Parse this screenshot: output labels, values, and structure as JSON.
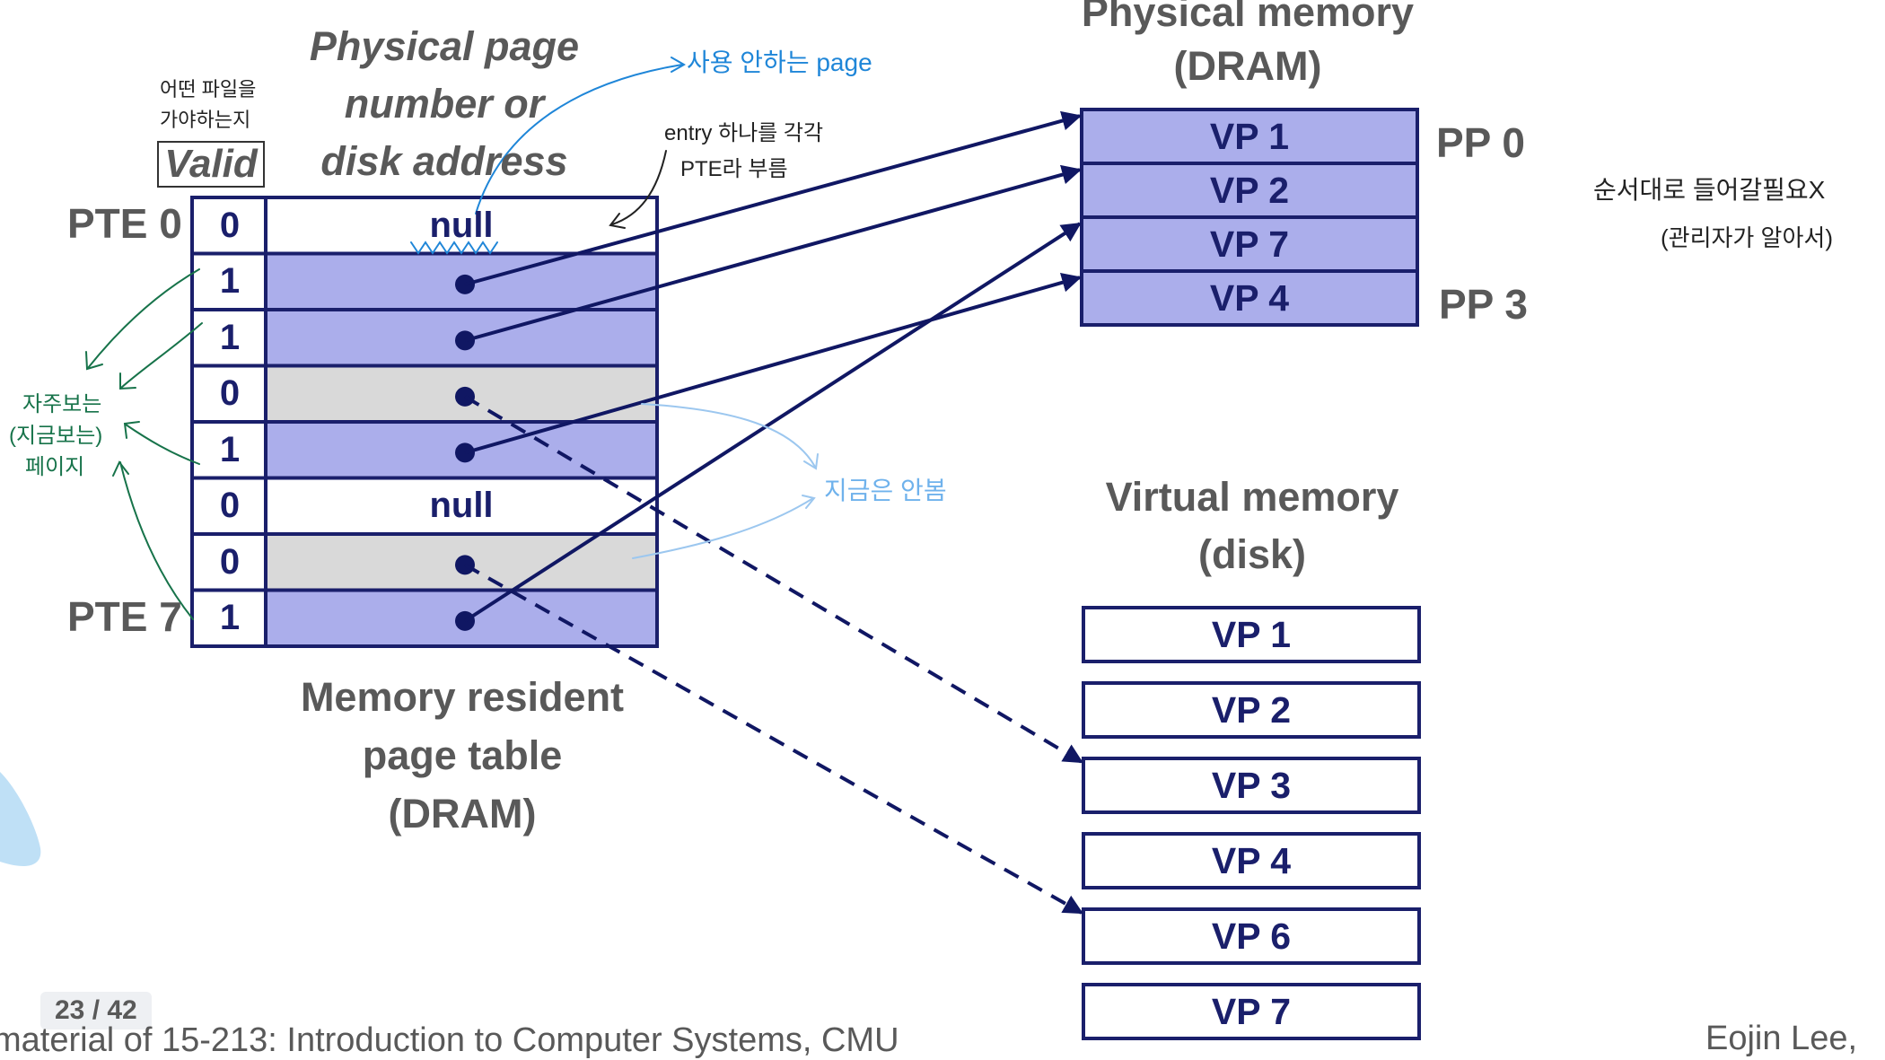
{
  "headers": {
    "valid": "Valid",
    "ppn_line1": "Physical page",
    "ppn_line2": "number or",
    "ppn_line3": "disk address",
    "phys_mem_line1": "Physical memory",
    "phys_mem_line2": "(DRAM)",
    "virt_mem_line1": "Virtual memory",
    "virt_mem_line2": "(disk)",
    "table_caption_line1": "Memory resident",
    "table_caption_line2": "page table",
    "table_caption_line3": "(DRAM)"
  },
  "pte_labels": {
    "first": "PTE 0",
    "last": "PTE 7"
  },
  "page_table": [
    {
      "valid": "0",
      "address": "null",
      "state": "unallocated"
    },
    {
      "valid": "1",
      "address": "",
      "state": "cached"
    },
    {
      "valid": "1",
      "address": "",
      "state": "cached"
    },
    {
      "valid": "0",
      "address": "",
      "state": "uncached"
    },
    {
      "valid": "1",
      "address": "",
      "state": "cached"
    },
    {
      "valid": "0",
      "address": "null",
      "state": "unallocated"
    },
    {
      "valid": "0",
      "address": "",
      "state": "uncached"
    },
    {
      "valid": "1",
      "address": "",
      "state": "cached"
    }
  ],
  "physical_memory": [
    "VP 1",
    "VP 2",
    "VP 7",
    "VP 4"
  ],
  "physical_page_labels": {
    "first": "PP 0",
    "last": "PP 3"
  },
  "virtual_memory": [
    "VP 1",
    "VP 2",
    "VP 3",
    "VP 4",
    "VP 6",
    "VP 7"
  ],
  "annotations": {
    "unused_page": "사용 안하는 page",
    "entry_line1": "entry 하나를 각각",
    "entry_line2": "PTE라 부름",
    "which_line1": "어떤 파일을",
    "which_line2": "가야하는지",
    "frequent_line1": "자주보는",
    "frequent_line2": "(지금보는)",
    "frequent_line3": "페이지",
    "not_now": "지금은 안봄",
    "order_line1": "순서대로 들어갈필요X",
    "order_line2": "(관리자가 알아서)"
  },
  "footer": {
    "page_counter": "23 / 42",
    "source": "material of 15-213: Introduction to Computer Systems, CMU",
    "author": "Eojin Lee, "
  },
  "colors": {
    "cached_fill": "#abaeeb",
    "uncached_fill": "#d9d9d9",
    "border": "#1a1f6b",
    "arrow": "#101763",
    "header_text": "#595959",
    "handwriting_blue": "#1f86d8",
    "handwriting_green": "#17734a"
  }
}
